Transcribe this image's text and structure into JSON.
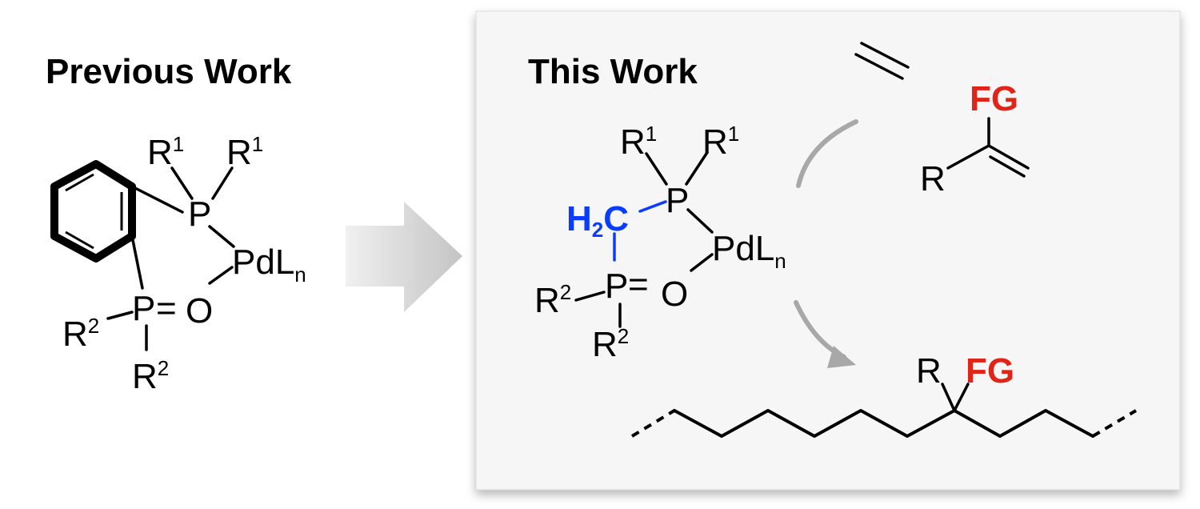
{
  "previous_work": {
    "heading": "Previous Work",
    "r1_left": "R",
    "r1_left_sup": "1",
    "r1_right": "R",
    "r1_right_sup": "1",
    "p_top": "P",
    "pd": "PdL",
    "pd_sub": "n",
    "p_bottom": "P",
    "eq": "=",
    "o": "O",
    "r2_left": "R",
    "r2_left_sup": "2",
    "r2_bottom": "R",
    "r2_bottom_sup": "2"
  },
  "this_work": {
    "heading": "This Work",
    "r1_left": "R",
    "r1_left_sup": "1",
    "r1_right": "R",
    "r1_right_sup": "1",
    "p_top": "P",
    "h2c_h": "H",
    "h2c_sub": "2",
    "h2c_c": "C",
    "pd": "PdL",
    "pd_sub": "n",
    "p_bottom": "P",
    "eq": "=",
    "o": "O",
    "r2_left": "R",
    "r2_left_sup": "2",
    "r2_bottom": "R",
    "r2_bottom_sup": "2",
    "monomer_fg": "FG",
    "monomer_r": "R",
    "polymer_r": "R",
    "polymer_fg": "FG"
  },
  "colors": {
    "methylene_bridge": "#0a3cff",
    "functional_group": "#e02418",
    "arrow": "#cccccc"
  }
}
